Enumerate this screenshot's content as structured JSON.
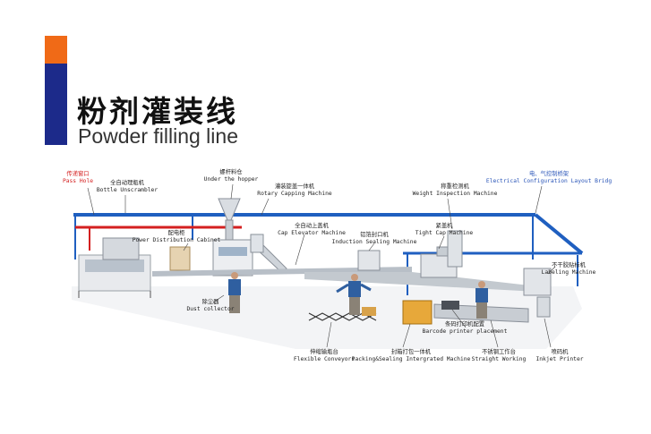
{
  "header": {
    "title_cn": "粉剂灌装线",
    "title_en": "Powder filling line"
  },
  "colors": {
    "accent_orange": "#f06a17",
    "accent_navy": "#1c2a8a",
    "frame_blue": "#1f5fc0",
    "red_line": "#d42020",
    "label_blue": "#2a55b8"
  },
  "labels": {
    "pass_hole": {
      "cn": "传递窗口",
      "en": "Pass Hole"
    },
    "bottle_unscrambler": {
      "cn": "全自动理瓶机",
      "en": "Bottle Unscrambler"
    },
    "under_hopper": {
      "cn": "螺杆料仓",
      "en": "Under the hopper"
    },
    "rotary_capping": {
      "cn": "灌装旋盖一体机",
      "en": "Rotary Capping Machine"
    },
    "weight_inspection": {
      "cn": "称重检测机",
      "en": "Weight Inspection Machine"
    },
    "electrical_bridge": {
      "cn": "电、气控制桥架",
      "en": "Electrical Configuration Layout Bridg"
    },
    "power_cabinet": {
      "cn": "配电柜",
      "en": "Power Distribution Cabinet"
    },
    "cap_elevator": {
      "cn": "全自动上盖机",
      "en": "Cap Elevator Machine"
    },
    "induction_sealing": {
      "cn": "铝箔封口机",
      "en": "Induction Sealing Machine"
    },
    "tight_cap": {
      "cn": "紧盖机",
      "en": "Tight Cap Machine"
    },
    "labeling": {
      "cn": "不干胶贴标机",
      "en": "Labeling Machine"
    },
    "dust_collector": {
      "cn": "除尘器",
      "en": "Dust collector"
    },
    "barcode_printer": {
      "cn": "条码打印机配置",
      "en": "Barcode printer placement"
    },
    "flexible_conveyors": {
      "cn": "伸缩输瓶台",
      "en": "Flexible Conveyors"
    },
    "packing_sealing": {
      "cn": "封箱打包一体机",
      "en": "Packing&Sealing Intergrated Machine"
    },
    "straight_working": {
      "cn": "不锈钢工作台",
      "en": "Straight Working"
    },
    "inkjet_printer": {
      "cn": "喷码机",
      "en": "Inkjet Printer"
    }
  }
}
